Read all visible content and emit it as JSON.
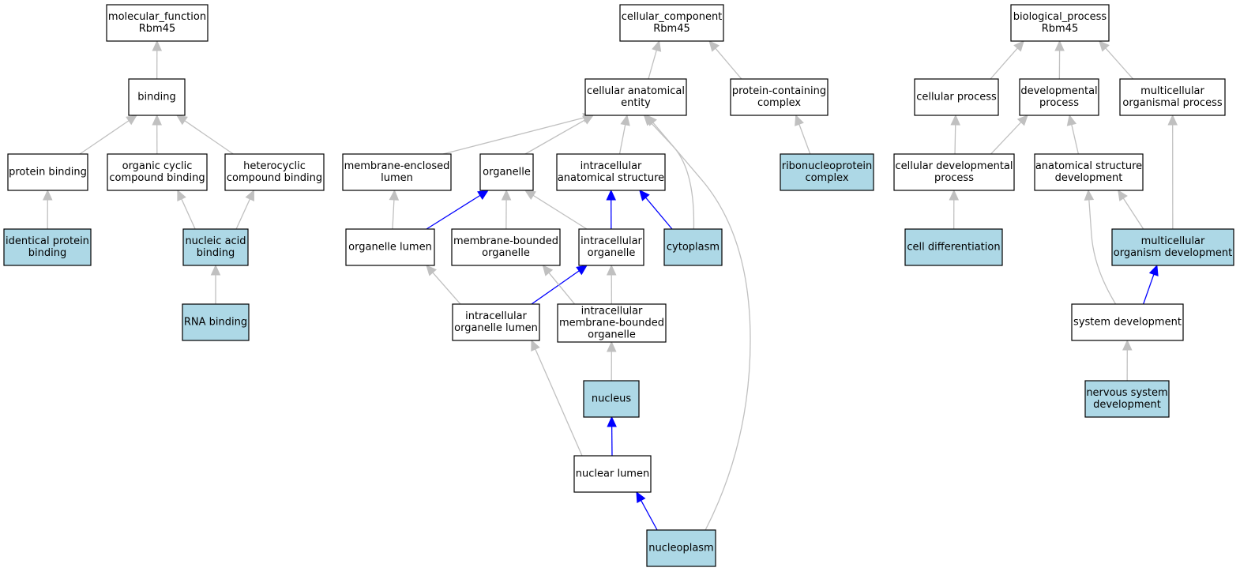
{
  "colors": {
    "annotated_fill": "#add8e6",
    "plain_fill": "#ffffff",
    "node_border": "#000000",
    "edge_gray": "#c0c0c0",
    "edge_blue": "#0000ff"
  },
  "nodes": [
    {
      "id": "mf_root",
      "lines": [
        "molecular_function",
        "Rbm45"
      ],
      "annotated": false
    },
    {
      "id": "binding",
      "lines": [
        "binding"
      ],
      "annotated": false
    },
    {
      "id": "protein_binding",
      "lines": [
        "protein binding"
      ],
      "annotated": false
    },
    {
      "id": "organic_cyclic",
      "lines": [
        "organic cyclic",
        "compound binding"
      ],
      "annotated": false
    },
    {
      "id": "heterocyclic",
      "lines": [
        "heterocyclic",
        "compound binding"
      ],
      "annotated": false
    },
    {
      "id": "identical_protein",
      "lines": [
        "identical protein",
        "binding"
      ],
      "annotated": true
    },
    {
      "id": "nucleic_acid",
      "lines": [
        "nucleic acid",
        "binding"
      ],
      "annotated": true
    },
    {
      "id": "rna_binding",
      "lines": [
        "RNA binding"
      ],
      "annotated": true
    },
    {
      "id": "cc_root",
      "lines": [
        "cellular_component",
        "Rbm45"
      ],
      "annotated": false
    },
    {
      "id": "cae",
      "lines": [
        "cellular anatomical",
        "entity"
      ],
      "annotated": false
    },
    {
      "id": "pcc",
      "lines": [
        "protein-containing",
        "complex"
      ],
      "annotated": false
    },
    {
      "id": "mel",
      "lines": [
        "membrane-enclosed",
        "lumen"
      ],
      "annotated": false
    },
    {
      "id": "organelle",
      "lines": [
        "organelle"
      ],
      "annotated": false
    },
    {
      "id": "ias",
      "lines": [
        "intracellular",
        "anatomical structure"
      ],
      "annotated": false
    },
    {
      "id": "rnp",
      "lines": [
        "ribonucleoprotein",
        "complex"
      ],
      "annotated": true
    },
    {
      "id": "org_lumen",
      "lines": [
        "organelle lumen"
      ],
      "annotated": false
    },
    {
      "id": "mbo",
      "lines": [
        "membrane-bounded",
        "organelle"
      ],
      "annotated": false
    },
    {
      "id": "io",
      "lines": [
        "intracellular",
        "organelle"
      ],
      "annotated": false
    },
    {
      "id": "cytoplasm",
      "lines": [
        "cytoplasm"
      ],
      "annotated": true
    },
    {
      "id": "iol",
      "lines": [
        "intracellular",
        "organelle lumen"
      ],
      "annotated": false
    },
    {
      "id": "imbo",
      "lines": [
        "intracellular",
        "membrane-bounded",
        "organelle"
      ],
      "annotated": false
    },
    {
      "id": "nucleus",
      "lines": [
        "nucleus"
      ],
      "annotated": true
    },
    {
      "id": "nuc_lumen",
      "lines": [
        "nuclear lumen"
      ],
      "annotated": false
    },
    {
      "id": "nucleoplasm",
      "lines": [
        "nucleoplasm"
      ],
      "annotated": true
    },
    {
      "id": "bp_root",
      "lines": [
        "biological_process",
        "Rbm45"
      ],
      "annotated": false
    },
    {
      "id": "cell_proc",
      "lines": [
        "cellular process"
      ],
      "annotated": false
    },
    {
      "id": "dev_proc",
      "lines": [
        "developmental",
        "process"
      ],
      "annotated": false
    },
    {
      "id": "multi_proc",
      "lines": [
        "multicellular",
        "organismal process"
      ],
      "annotated": false
    },
    {
      "id": "cdp",
      "lines": [
        "cellular developmental",
        "process"
      ],
      "annotated": false
    },
    {
      "id": "asd",
      "lines": [
        "anatomical structure",
        "development"
      ],
      "annotated": false
    },
    {
      "id": "cell_diff",
      "lines": [
        "cell differentiation"
      ],
      "annotated": true
    },
    {
      "id": "mod",
      "lines": [
        "multicellular",
        "organism development"
      ],
      "annotated": true
    },
    {
      "id": "sys_dev",
      "lines": [
        "system development"
      ],
      "annotated": false
    },
    {
      "id": "nsd",
      "lines": [
        "nervous system",
        "development"
      ],
      "annotated": true
    }
  ],
  "edges": [
    {
      "from": "binding",
      "to": "mf_root",
      "color": "gray"
    },
    {
      "from": "protein_binding",
      "to": "binding",
      "color": "gray"
    },
    {
      "from": "organic_cyclic",
      "to": "binding",
      "color": "gray"
    },
    {
      "from": "heterocyclic",
      "to": "binding",
      "color": "gray"
    },
    {
      "from": "identical_protein",
      "to": "protein_binding",
      "color": "gray"
    },
    {
      "from": "nucleic_acid",
      "to": "organic_cyclic",
      "color": "gray"
    },
    {
      "from": "nucleic_acid",
      "to": "heterocyclic",
      "color": "gray"
    },
    {
      "from": "rna_binding",
      "to": "nucleic_acid",
      "color": "gray"
    },
    {
      "from": "cae",
      "to": "cc_root",
      "color": "gray"
    },
    {
      "from": "pcc",
      "to": "cc_root",
      "color": "gray"
    },
    {
      "from": "mel",
      "to": "cae",
      "color": "gray"
    },
    {
      "from": "organelle",
      "to": "cae",
      "color": "gray"
    },
    {
      "from": "ias",
      "to": "cae",
      "color": "gray"
    },
    {
      "from": "cytoplasm",
      "to": "cae",
      "color": "gray"
    },
    {
      "from": "nucleoplasm",
      "to": "cae",
      "color": "gray"
    },
    {
      "from": "rnp",
      "to": "pcc",
      "color": "gray"
    },
    {
      "from": "org_lumen",
      "to": "mel",
      "color": "gray"
    },
    {
      "from": "org_lumen",
      "to": "organelle",
      "color": "blue"
    },
    {
      "from": "mbo",
      "to": "organelle",
      "color": "gray"
    },
    {
      "from": "io",
      "to": "organelle",
      "color": "gray"
    },
    {
      "from": "io",
      "to": "ias",
      "color": "blue"
    },
    {
      "from": "cytoplasm",
      "to": "ias",
      "color": "blue"
    },
    {
      "from": "iol",
      "to": "org_lumen",
      "color": "gray"
    },
    {
      "from": "iol",
      "to": "io",
      "color": "blue"
    },
    {
      "from": "imbo",
      "to": "mbo",
      "color": "gray"
    },
    {
      "from": "imbo",
      "to": "io",
      "color": "gray"
    },
    {
      "from": "nucleus",
      "to": "imbo",
      "color": "gray"
    },
    {
      "from": "nuc_lumen",
      "to": "iol",
      "color": "gray"
    },
    {
      "from": "nuc_lumen",
      "to": "nucleus",
      "color": "blue"
    },
    {
      "from": "nucleoplasm",
      "to": "nuc_lumen",
      "color": "blue"
    },
    {
      "from": "cell_proc",
      "to": "bp_root",
      "color": "gray"
    },
    {
      "from": "dev_proc",
      "to": "bp_root",
      "color": "gray"
    },
    {
      "from": "multi_proc",
      "to": "bp_root",
      "color": "gray"
    },
    {
      "from": "cdp",
      "to": "cell_proc",
      "color": "gray"
    },
    {
      "from": "cdp",
      "to": "dev_proc",
      "color": "gray"
    },
    {
      "from": "asd",
      "to": "dev_proc",
      "color": "gray"
    },
    {
      "from": "cell_diff",
      "to": "cdp",
      "color": "gray"
    },
    {
      "from": "mod",
      "to": "asd",
      "color": "gray"
    },
    {
      "from": "mod",
      "to": "multi_proc",
      "color": "gray"
    },
    {
      "from": "sys_dev",
      "to": "asd",
      "color": "gray"
    },
    {
      "from": "sys_dev",
      "to": "mod",
      "color": "blue"
    },
    {
      "from": "nsd",
      "to": "sys_dev",
      "color": "gray"
    }
  ]
}
